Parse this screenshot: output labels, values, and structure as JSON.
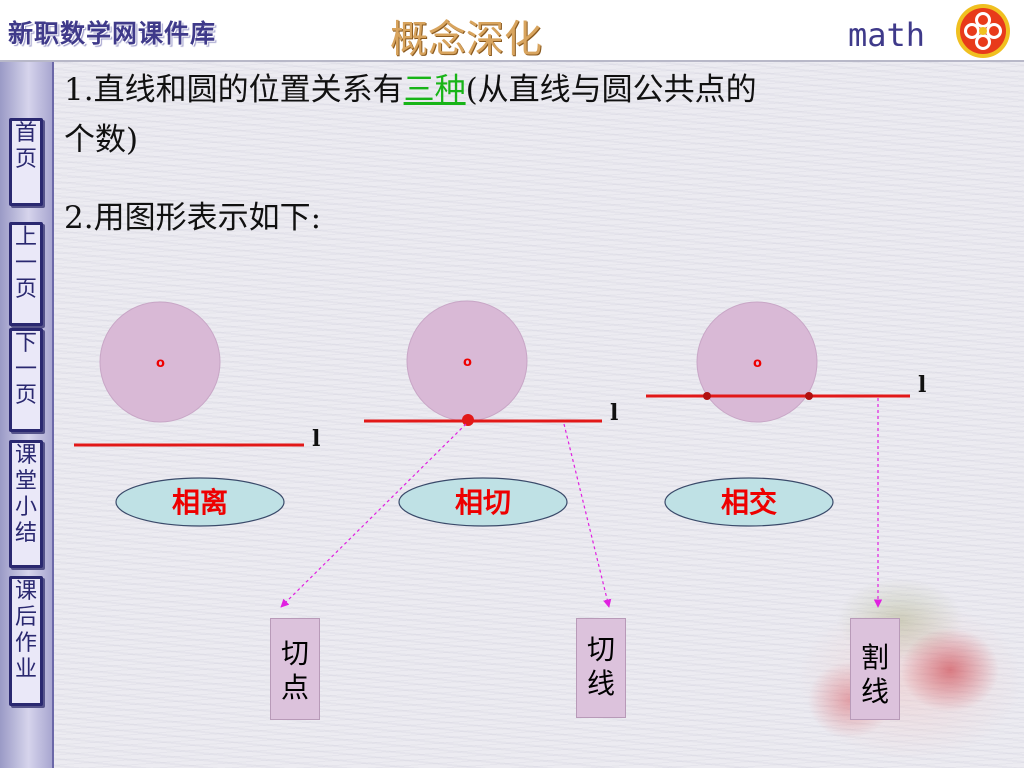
{
  "header": {
    "site_title": "新职数学网课件库",
    "section_title": "概念深化",
    "brand": "math",
    "logo_icon": "red-lattice-flower-logo"
  },
  "nav": {
    "items": [
      {
        "label": "首\n页"
      },
      {
        "label": "上\n一\n页"
      },
      {
        "label": "下\n一\n页"
      },
      {
        "label": "课\n堂\n小\n结"
      },
      {
        "label": "课\n后\n作\n业"
      }
    ]
  },
  "content": {
    "line1_prefix": "1.直线和圆的位置关系有",
    "line1_highlight": "三种",
    "line1_suffix": "(从直线与圆公共点的",
    "line1_cont": "个数)",
    "line2": "2.用图形表示如下:"
  },
  "diagram": {
    "center_label": "o",
    "line_label": "l",
    "cases": [
      {
        "name": "相离"
      },
      {
        "name": "相切"
      },
      {
        "name": "相交"
      }
    ],
    "terms": {
      "tangent_point": "切\n点",
      "tangent_line": "切\n线",
      "secant": "割\n线"
    },
    "colors": {
      "circle_fill": "#d9b9d6",
      "line": "#e21818",
      "oval_fill": "#bfe1e5",
      "arrow": "#e020e0",
      "term_box": "#dcc2dc"
    }
  }
}
